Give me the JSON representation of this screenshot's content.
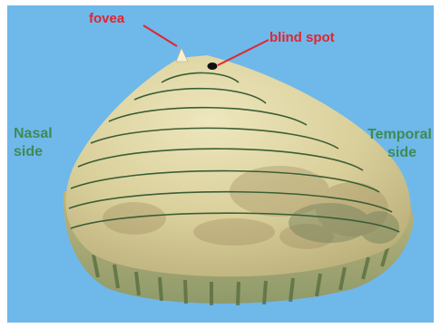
{
  "labels": {
    "fovea": "fovea",
    "blind_spot": "blind spot",
    "nasal": [
      "Nasal",
      "side"
    ],
    "temporal": [
      "Temporal",
      "side"
    ]
  },
  "colors": {
    "background": "#6fb8ea",
    "pointer_labels": "#e1252f",
    "side_labels": "#3f8a55",
    "hill_surface": "#d8cf9c",
    "contour_lines": "#3b5e35",
    "blind_spot": "#111111"
  },
  "contour_count": 8
}
